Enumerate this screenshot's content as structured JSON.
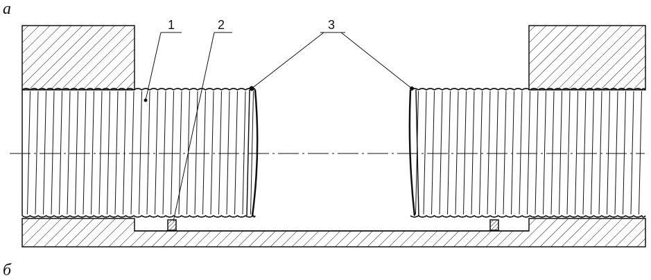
{
  "panels": {
    "top": "а",
    "bottom": "б"
  },
  "callouts": [
    {
      "id": "1",
      "text": "1"
    },
    {
      "id": "2",
      "text": "2"
    },
    {
      "id": "3",
      "text": "3"
    }
  ],
  "colors": {
    "line": "#111111",
    "background": "#ffffff"
  }
}
